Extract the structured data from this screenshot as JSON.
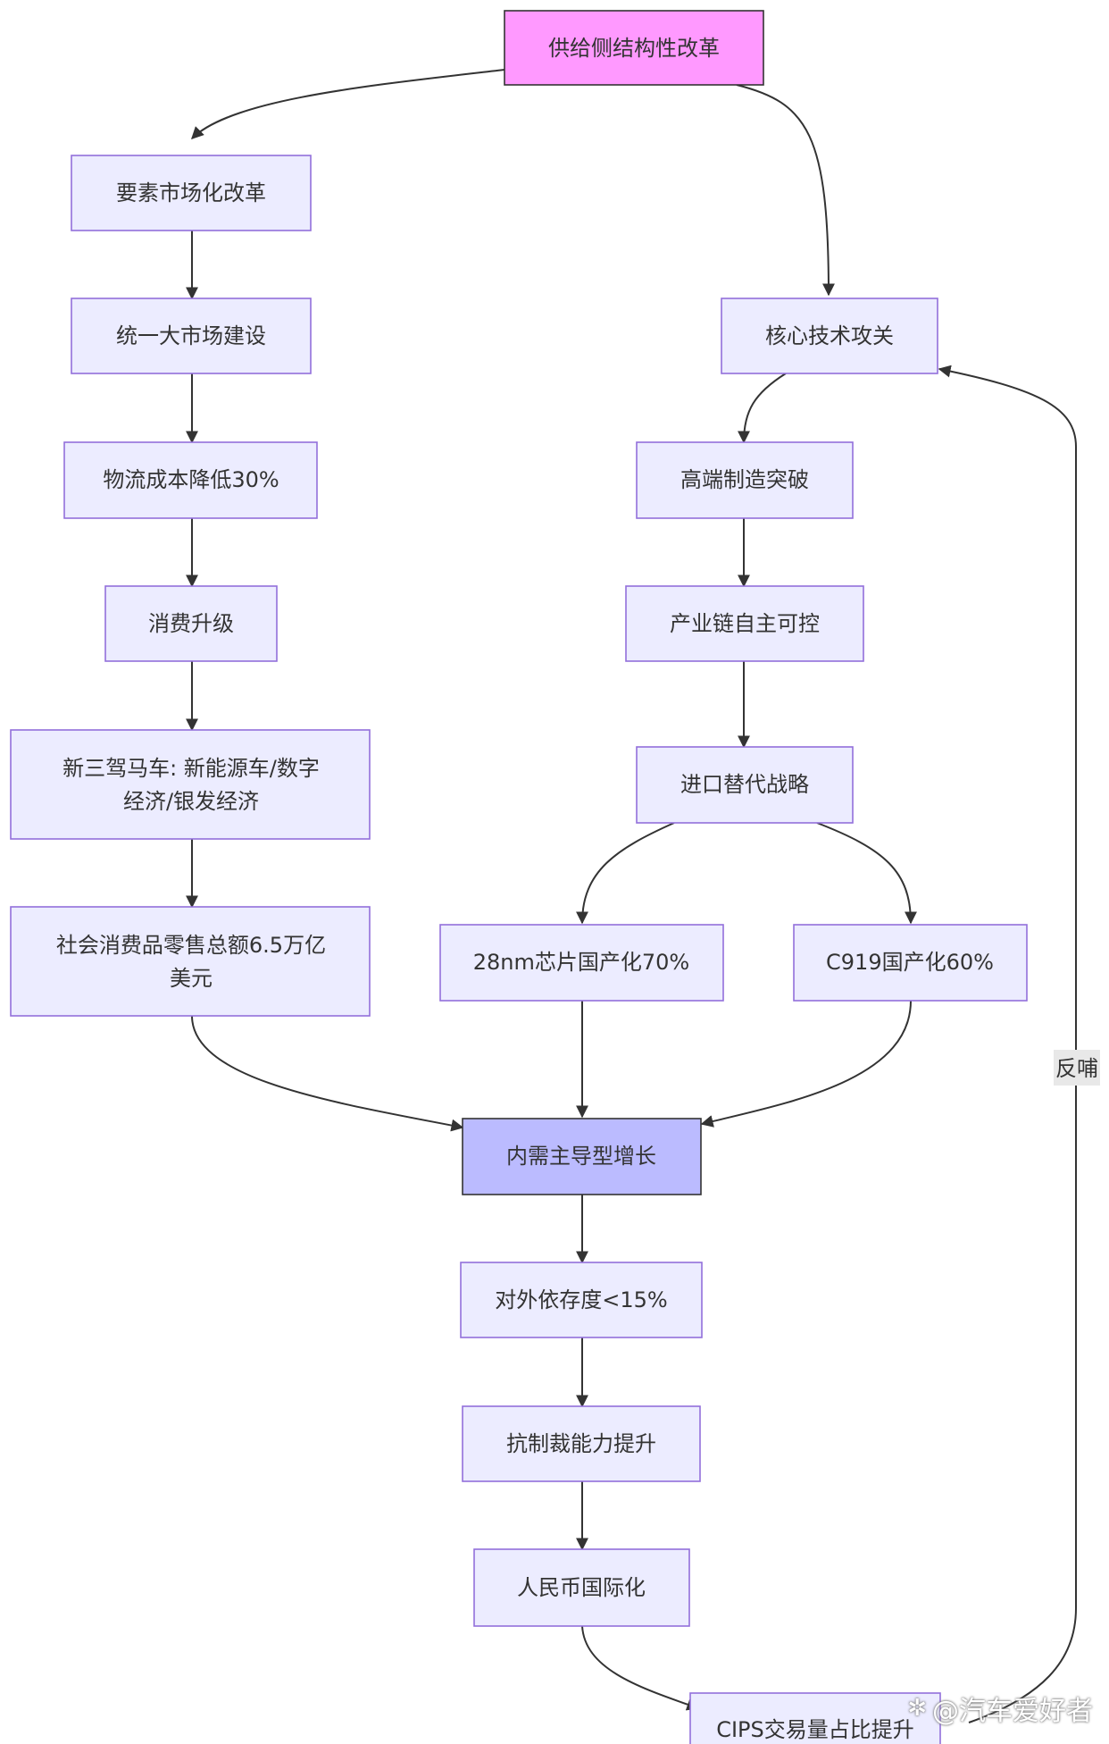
{
  "colors": {
    "node_fill": "#ececff",
    "node_stroke": "#9370db",
    "root_fill": "#ff99ff",
    "root_stroke": "#333333",
    "hub_fill": "#bbbbff",
    "hub_stroke": "#333333",
    "edge": "#333333"
  },
  "nodes": {
    "root": "供给侧结构性改革",
    "factor": "要素市场化改革",
    "unified": "统一大市场建设",
    "logistics": "物流成本降低30%",
    "consumption": "消费升级",
    "troika_1": "新三驾马车: 新能源车/数字",
    "troika_2": "经济/银发经济",
    "retail_1": "社会消费品零售总额6.5万亿",
    "retail_2": "美元",
    "tech": "核心技术攻关",
    "manufacturing": "高端制造突破",
    "chain": "产业链自主可控",
    "import_sub": "进口替代战略",
    "chip": "28nm芯片国产化70%",
    "c919": "C919国产化60%",
    "hub": "内需主导型增长",
    "dependency": "对外依存度<15%",
    "sanction": "抗制裁能力提升",
    "rmb": "人民币国际化",
    "cips": "CIPS交易量占比提升"
  },
  "edge_labels": {
    "feedback": "反哺"
  },
  "watermark": {
    "text": "@汽车爱好者",
    "icon": "weibo-like-logo-icon"
  }
}
